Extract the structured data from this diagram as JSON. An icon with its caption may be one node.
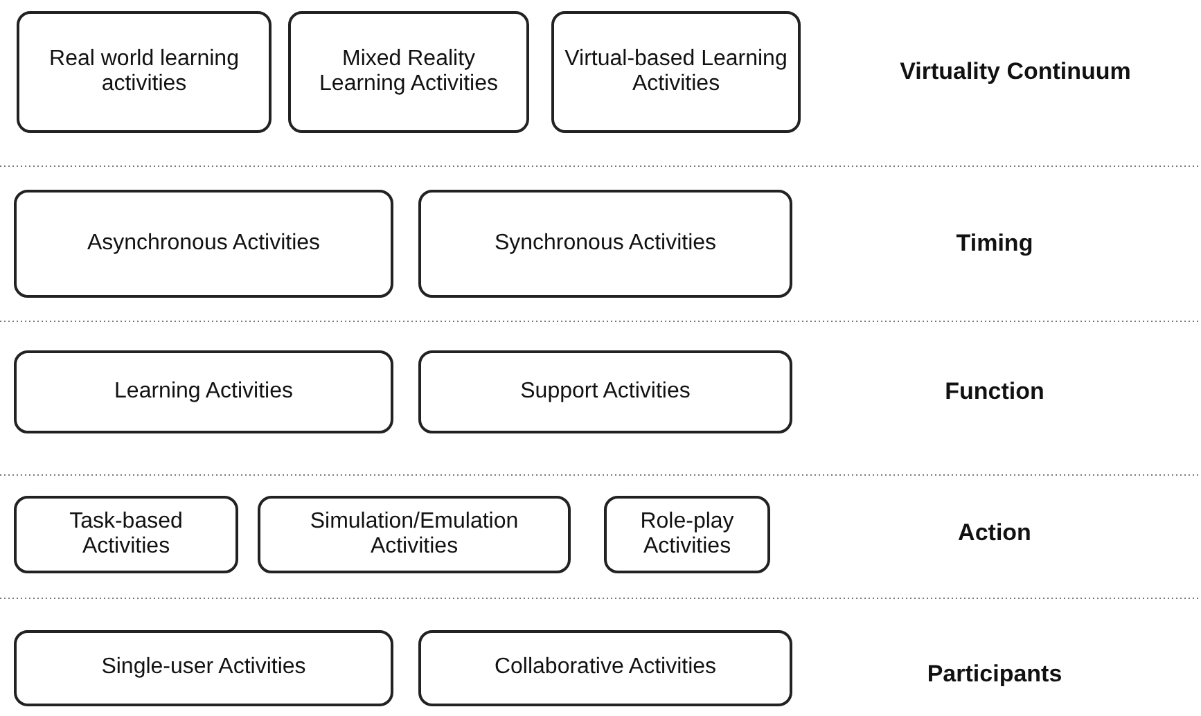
{
  "diagram": {
    "nodes": [
      {
        "text": [
          "Real world learning activities"
        ]
      },
      {
        "text": [
          "Mixed Reality Learning Activities"
        ]
      },
      {
        "text": [
          "Virtual-based Learning Activities"
        ]
      },
      {
        "text": [
          "Asynchronous Activities"
        ]
      },
      {
        "text": [
          "Synchronous Activities"
        ]
      },
      {
        "text": [
          "Learning Activities"
        ]
      },
      {
        "text": [
          "Support Activities"
        ]
      },
      {
        "text": [
          "Task-based Activities"
        ]
      },
      {
        "text": [
          "Simulation/Emulation Activities"
        ]
      },
      {
        "text": [
          "Role-play Activities"
        ]
      },
      {
        "text": [
          "Single-user Activities"
        ]
      },
      {
        "text": [
          "Collaborative Activities"
        ]
      }
    ],
    "edges": [],
    "labels": [
      "Virtuality Continuum",
      "Timing",
      "Function",
      "Action",
      "Participants"
    ]
  }
}
